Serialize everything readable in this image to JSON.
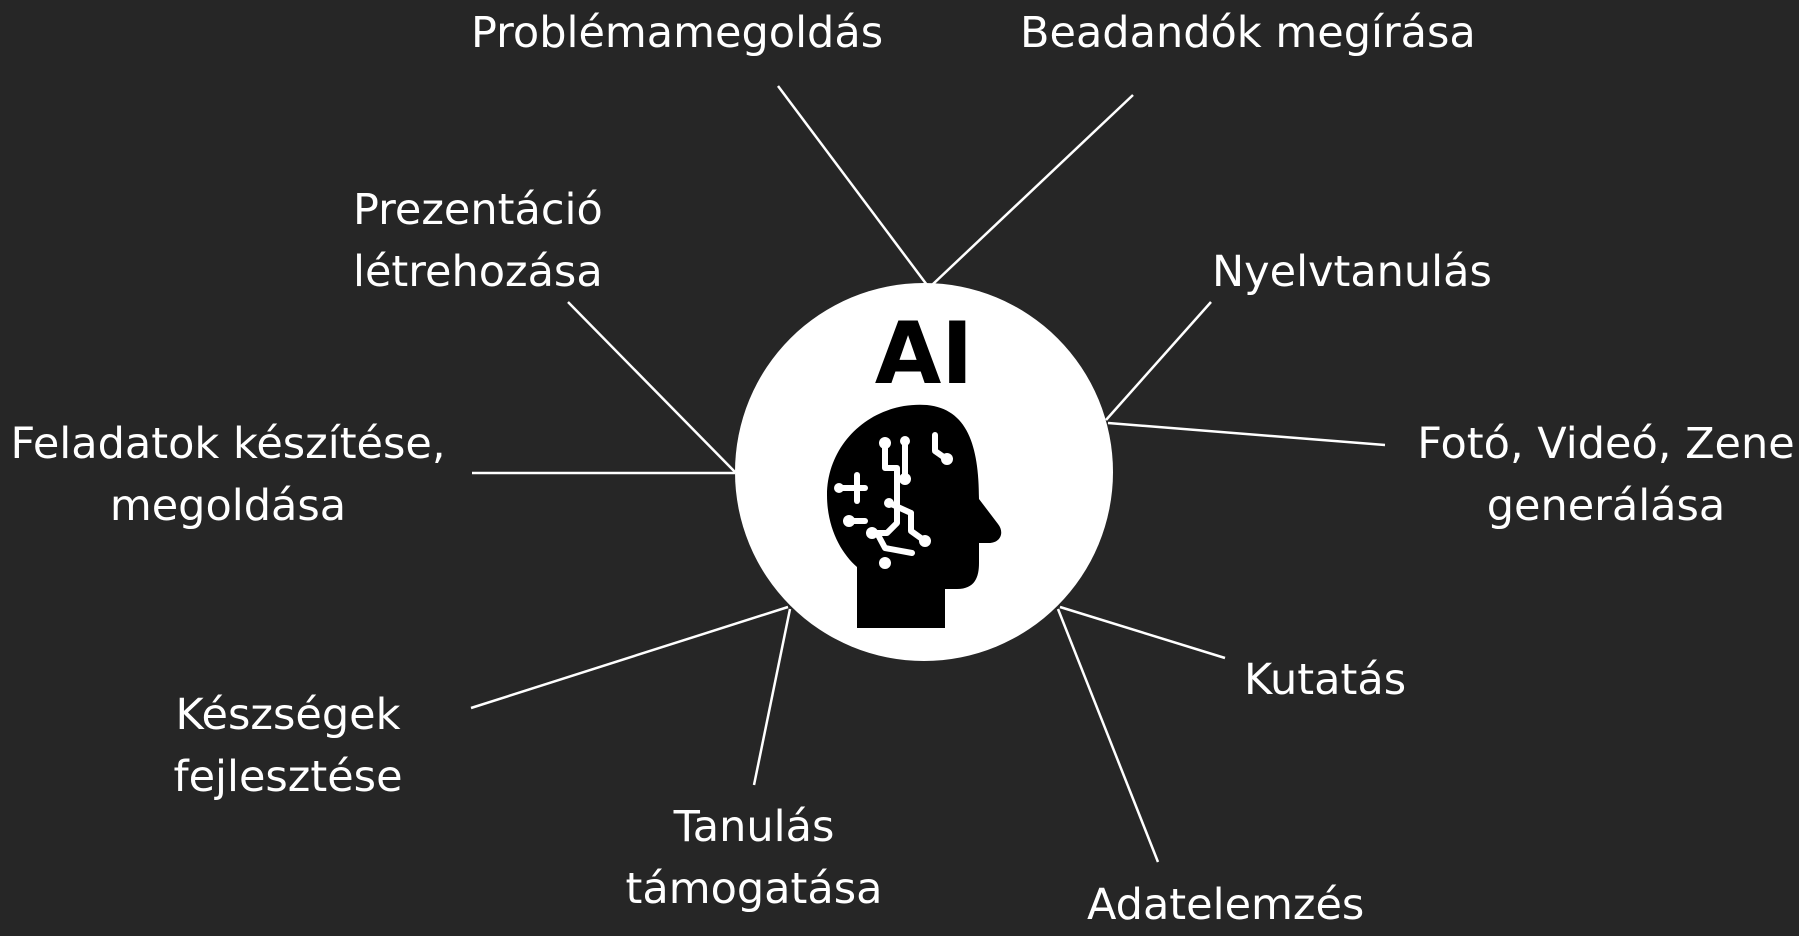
{
  "center": {
    "title": "AI",
    "icon": "ai-head-circuit-icon"
  },
  "colors": {
    "background": "#262626",
    "foreground": "#ffffff",
    "circle": "#ffffff",
    "icon": "#000000"
  },
  "topics": [
    {
      "id": "problem-solving",
      "lines": [
        "Problémamegoldás"
      ]
    },
    {
      "id": "assignments",
      "lines": [
        "Beadandók megírása"
      ]
    },
    {
      "id": "presentation",
      "lines": [
        "Prezentáció",
        "létrehozása"
      ]
    },
    {
      "id": "language-learning",
      "lines": [
        "Nyelvtanulás"
      ]
    },
    {
      "id": "tasks",
      "lines": [
        "Feladatok készítése,",
        "megoldása"
      ]
    },
    {
      "id": "media-generation",
      "lines": [
        "Fotó, Videó, Zene",
        "generálása"
      ]
    },
    {
      "id": "skills",
      "lines": [
        "Készségek",
        "fejlesztése"
      ]
    },
    {
      "id": "research",
      "lines": [
        "Kutatás"
      ]
    },
    {
      "id": "learning-support",
      "lines": [
        "Tanulás",
        "támogatása"
      ]
    },
    {
      "id": "data-analysis",
      "lines": [
        "Adatelemzés"
      ]
    }
  ]
}
